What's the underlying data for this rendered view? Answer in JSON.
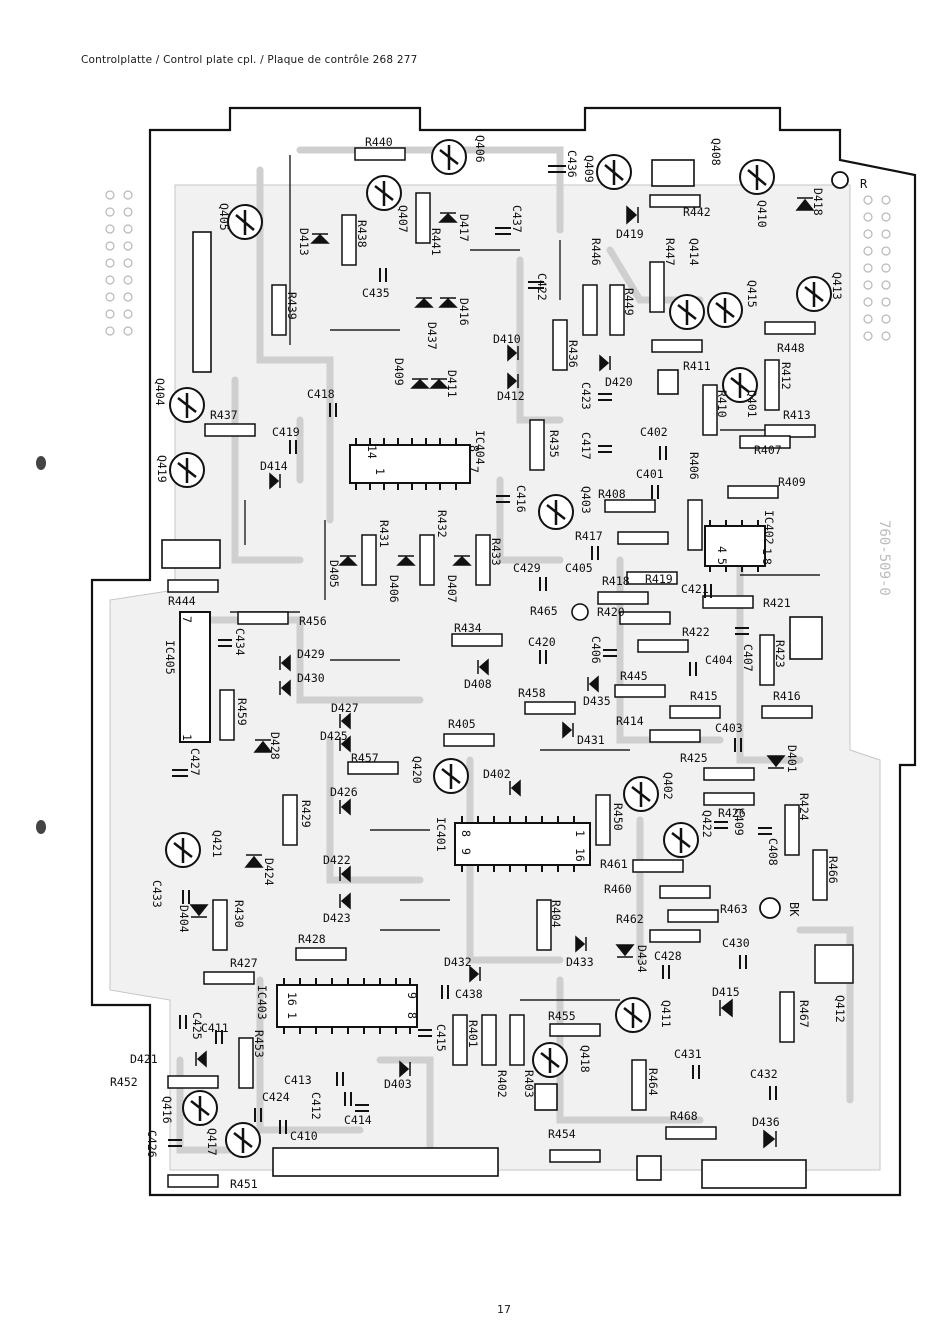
{
  "header": {
    "caption": "Controlplatte / Control plate cpl. / Plaque de contrôle  268 277"
  },
  "footer": {
    "page_number": "17"
  },
  "board": {
    "side_marker_r": "R",
    "side_marker_bk": "BK",
    "watermark": "760-509-0"
  },
  "components": {
    "R440": "R440",
    "R438": "R438",
    "R441": "R441",
    "R439": "R439",
    "R437": "R437",
    "R442": "R442",
    "R446": "R446",
    "R447": "R447",
    "R449": "R449",
    "R436": "R436",
    "R448": "R448",
    "R411": "R411",
    "R412": "R412",
    "R413": "R413",
    "R410": "R410",
    "R407": "R407",
    "R406": "R406",
    "R409": "R409",
    "R408": "R408",
    "R435": "R435",
    "R431": "R431",
    "R432": "R432",
    "R433": "R433",
    "R417": "R417",
    "R418": "R418",
    "R419": "R419",
    "R421": "R421",
    "R465": "R465",
    "R420": "R420",
    "R422": "R422",
    "R423": "R423",
    "R444": "R444",
    "R456": "R456",
    "R434": "R434",
    "R445": "R445",
    "R415": "R415",
    "R416": "R416",
    "R458": "R458",
    "R414": "R414",
    "R459": "R459",
    "R405": "R405",
    "R457": "R457",
    "R425": "R425",
    "R426": "R426",
    "R424": "R424",
    "R429": "R429",
    "R450": "R450",
    "R461": "R461",
    "R466": "R466",
    "R460": "R460",
    "R463": "R463",
    "R430": "R430",
    "R404": "R404",
    "R462": "R462",
    "R428": "R428",
    "R427": "R427",
    "R467": "R467",
    "R455": "R455",
    "R401": "R401",
    "R402": "R402",
    "R403": "R403",
    "R453": "R453",
    "R452": "R452",
    "R464": "R464",
    "R468": "R468",
    "R454": "R454",
    "R451": "R451",
    "Q406": "Q406",
    "Q409": "Q409",
    "Q408": "Q408",
    "Q405": "Q405",
    "Q407": "Q407",
    "Q410": "Q410",
    "Q414": "Q414",
    "Q415": "Q415",
    "Q413": "Q413",
    "Q404": "Q404",
    "Q401": "Q401",
    "Q419": "Q419",
    "Q403": "Q403",
    "Q420": "Q420",
    "Q402": "Q402",
    "Q422": "Q422",
    "Q421": "Q421",
    "Q411": "Q411",
    "Q412": "Q412",
    "Q418": "Q418",
    "Q416": "Q416",
    "Q417": "Q417",
    "C436": "C436",
    "C437": "C437",
    "C435": "C435",
    "C422": "C422",
    "C418": "C418",
    "C423": "C423",
    "C417": "C417",
    "C402": "C402",
    "C419": "C419",
    "C401": "C401",
    "C416": "C416",
    "C429": "C429",
    "C405": "C405",
    "C421": "C421",
    "C420": "C420",
    "C406": "C406",
    "C404": "C404",
    "C407": "C407",
    "C434": "C434",
    "C403": "C403",
    "C427": "C427",
    "C409": "C409",
    "C408": "C408",
    "C433": "C433",
    "C428": "C428",
    "C430": "C430",
    "C438": "C438",
    "C415": "C415",
    "C425": "C425",
    "C411": "C411",
    "C431": "C431",
    "C432": "C432",
    "C413": "C413",
    "C412": "C412",
    "C414": "C414",
    "C424": "C424",
    "C410": "C410",
    "C426": "C426",
    "D413": "D413",
    "D417": "D417",
    "D419": "D419",
    "D418": "D418",
    "D416": "D416",
    "D437": "D437",
    "D410": "D410",
    "D420": "D420",
    "D409": "D409",
    "D411": "D411",
    "D412": "D412",
    "D414": "D414",
    "D405": "D405",
    "D406": "D406",
    "D407": "D407",
    "D429": "D429",
    "D430": "D430",
    "D408": "D408",
    "D435": "D435",
    "D427": "D427",
    "D425": "D425",
    "D431": "D431",
    "D428": "D428",
    "D401": "D401",
    "D402": "D402",
    "D426": "D426",
    "D422": "D422",
    "D424": "D424",
    "D423": "D423",
    "D404": "D404",
    "D433": "D433",
    "D434": "D434",
    "D432": "D432",
    "D415": "D415",
    "D421": "D421",
    "D403": "D403",
    "D436": "D436",
    "IC404": "IC404",
    "IC402": "IC402",
    "IC405": "IC405",
    "IC401": "IC401",
    "IC403": "IC403"
  },
  "ic_pins": {
    "ic404_14": "14",
    "ic404_8": "8",
    "ic404_1": "1",
    "ic404_7": "7",
    "ic402_4": "4",
    "ic402_1": "1",
    "ic402_5": "5",
    "ic402_8": "8",
    "ic405_7": "7",
    "ic405_1": "1",
    "ic401_8": "8",
    "ic401_9": "9",
    "ic401_1": "1",
    "ic401_16": "16",
    "ic403_16": "16",
    "ic403_1": "1",
    "ic403_9": "9",
    "ic403_8": "8"
  }
}
